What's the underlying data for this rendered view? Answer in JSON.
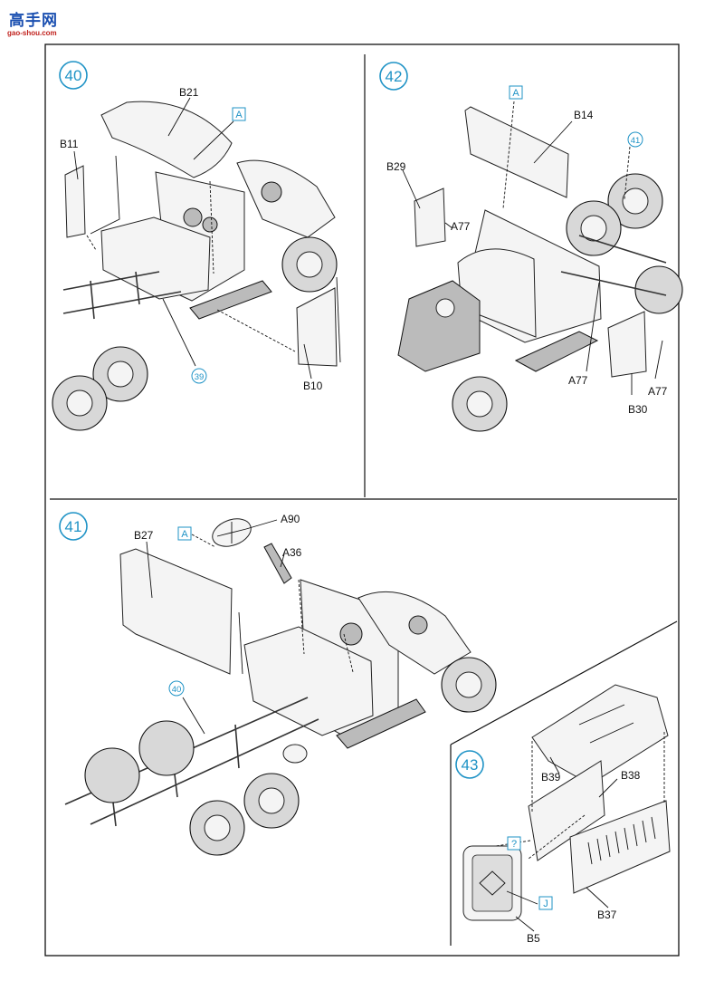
{
  "logo": {
    "text": "高手网",
    "url": "gao-shou.com"
  },
  "colors": {
    "accent": "#1f93c6",
    "ink": "#111111"
  },
  "steps": [
    {
      "number": "40",
      "callout_box": "A",
      "ref_step": "39",
      "parts": [
        "B21",
        "B11",
        "B10"
      ]
    },
    {
      "number": "42",
      "callout_box": "A",
      "ref_step": "41",
      "parts": [
        "B14",
        "B29",
        "A77",
        "A77",
        "A77",
        "B30"
      ]
    },
    {
      "number": "41",
      "callout_box": "A",
      "ref_step": "40",
      "parts": [
        "B27",
        "A90",
        "A36"
      ]
    },
    {
      "number": "43",
      "callout_boxes": [
        "?",
        "J"
      ],
      "parts": [
        "B39",
        "B38",
        "B37",
        "B5"
      ]
    }
  ]
}
